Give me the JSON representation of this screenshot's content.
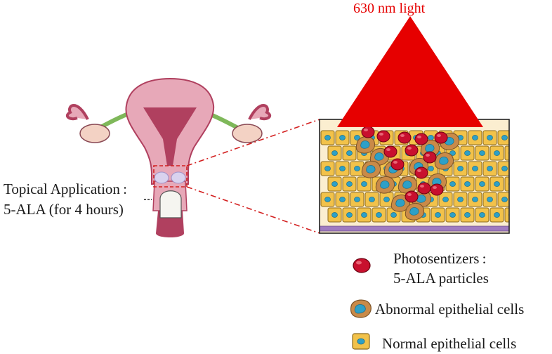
{
  "light": {
    "label": "630 nm light",
    "color": "#e60000"
  },
  "application": {
    "line1": "Topical Application :",
    "line2": "5-ALA (for 4 hours)"
  },
  "legend": {
    "photosensitizer_line1": "Photosentizers :",
    "photosensitizer_line2": "5-ALA particles",
    "abnormal": "Abnormal epithelial cells",
    "normal": "Normal epithelial cells"
  },
  "colors": {
    "red_label": "#e60000",
    "uterus_pink": "#e7a8b8",
    "uterus_dark": "#b0405f",
    "ovary": "#f3d2c4",
    "tube_green": "#7fb85a",
    "normal_cell": "#f2c24a",
    "normal_nucleus": "#2ea0c7",
    "abnormal_cell": "#c98a48",
    "particle": "#c8102e",
    "basement": "#a07cc0",
    "dashed_red": "#d32020"
  }
}
